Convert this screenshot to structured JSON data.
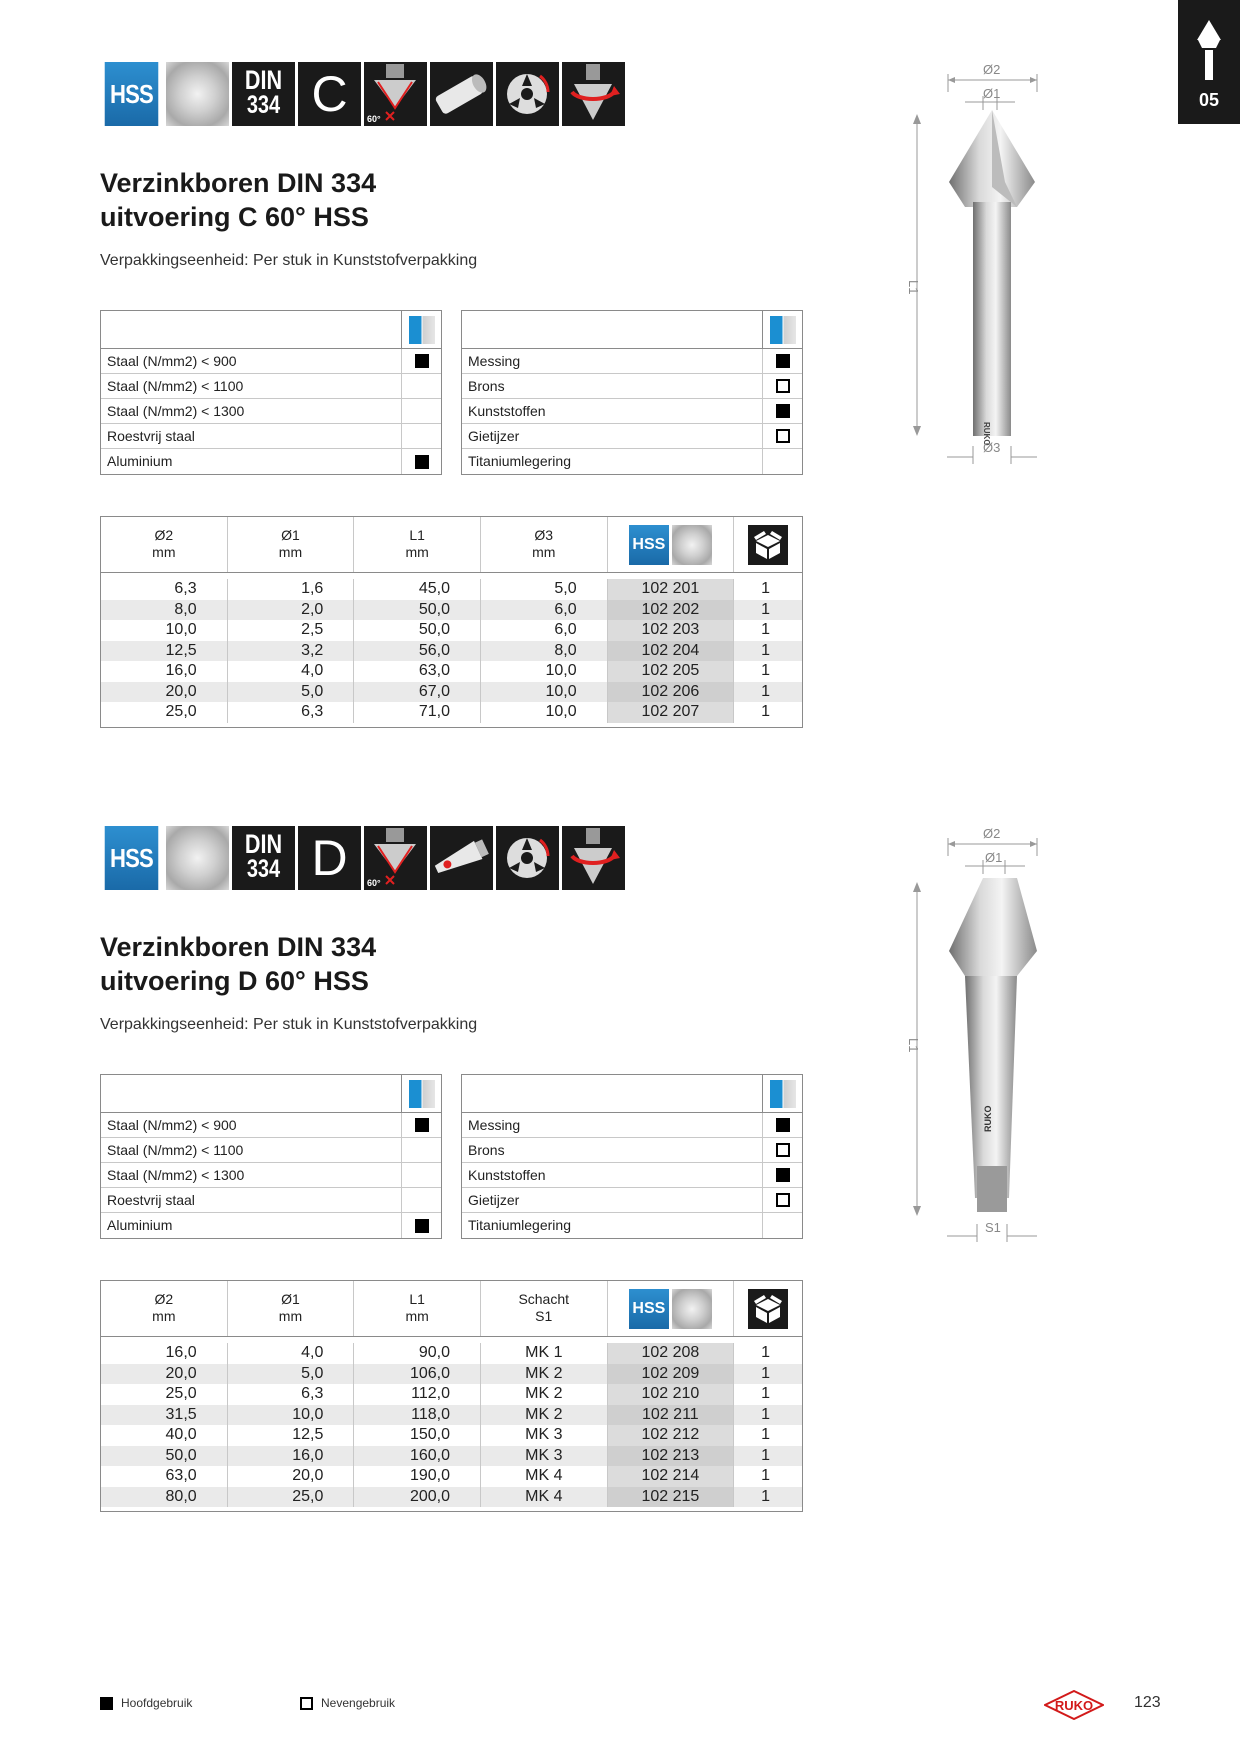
{
  "chapter": {
    "number": "05",
    "icon": "countersink-bit-icon"
  },
  "products": [
    {
      "icons": {
        "material": "HSS",
        "din_top": "DIN",
        "din_bottom": "334",
        "variant": "C",
        "angle": "60°"
      },
      "title_line1": "Verzinkboren DIN 334",
      "title_line2": "uitvoering C 60° HSS",
      "packaging": "Verpakkingseenheid: Per stuk in Kunststofverpakking",
      "materials_left": [
        {
          "label": "Staal (N/mm2) < 900",
          "mark": "filled"
        },
        {
          "label": "Staal (N/mm2) < 1100",
          "mark": "none"
        },
        {
          "label": "Staal (N/mm2) < 1300",
          "mark": "none"
        },
        {
          "label": "Roestvrij staal",
          "mark": "none"
        },
        {
          "label": "Aluminium",
          "mark": "filled"
        }
      ],
      "materials_right": [
        {
          "label": "Messing",
          "mark": "filled"
        },
        {
          "label": "Brons",
          "mark": "open"
        },
        {
          "label": "Kunststoffen",
          "mark": "filled"
        },
        {
          "label": "Gietijzer",
          "mark": "open"
        },
        {
          "label": "Titaniumlegering",
          "mark": "none"
        }
      ],
      "table": {
        "headers": [
          {
            "top": "Ø2",
            "bottom": "mm"
          },
          {
            "top": "Ø1",
            "bottom": "mm"
          },
          {
            "top": "L1",
            "bottom": "mm"
          },
          {
            "top": "Ø3",
            "bottom": "mm"
          }
        ],
        "hss_label": "HSS",
        "rows": [
          [
            "6,3",
            "1,6",
            "45,0",
            "5,0",
            "102 201",
            "1"
          ],
          [
            "8,0",
            "2,0",
            "50,0",
            "6,0",
            "102 202",
            "1"
          ],
          [
            "10,0",
            "2,5",
            "50,0",
            "6,0",
            "102 203",
            "1"
          ],
          [
            "12,5",
            "3,2",
            "56,0",
            "8,0",
            "102 204",
            "1"
          ],
          [
            "16,0",
            "4,0",
            "63,0",
            "10,0",
            "102 205",
            "1"
          ],
          [
            "20,0",
            "5,0",
            "67,0",
            "10,0",
            "102 206",
            "1"
          ],
          [
            "25,0",
            "6,3",
            "71,0",
            "10,0",
            "102 207",
            "1"
          ]
        ]
      },
      "drawing": {
        "d2": "Ø2",
        "d1": "Ø1",
        "l1": "L1",
        "bottom": "Ø3",
        "brand": "RUKO"
      }
    },
    {
      "icons": {
        "material": "HSS",
        "din_top": "DIN",
        "din_bottom": "334",
        "variant": "D",
        "angle": "60°"
      },
      "title_line1": "Verzinkboren DIN 334",
      "title_line2": "uitvoering D 60° HSS",
      "packaging": "Verpakkingseenheid: Per stuk in Kunststofverpakking",
      "materials_left": [
        {
          "label": "Staal (N/mm2) < 900",
          "mark": "filled"
        },
        {
          "label": "Staal (N/mm2) < 1100",
          "mark": "none"
        },
        {
          "label": "Staal (N/mm2) < 1300",
          "mark": "none"
        },
        {
          "label": "Roestvrij staal",
          "mark": "none"
        },
        {
          "label": "Aluminium",
          "mark": "filled"
        }
      ],
      "materials_right": [
        {
          "label": "Messing",
          "mark": "filled"
        },
        {
          "label": "Brons",
          "mark": "open"
        },
        {
          "label": "Kunststoffen",
          "mark": "filled"
        },
        {
          "label": "Gietijzer",
          "mark": "open"
        },
        {
          "label": "Titaniumlegering",
          "mark": "none"
        }
      ],
      "table": {
        "headers": [
          {
            "top": "Ø2",
            "bottom": "mm"
          },
          {
            "top": "Ø1",
            "bottom": "mm"
          },
          {
            "top": "L1",
            "bottom": "mm"
          },
          {
            "top": "Schacht",
            "bottom": "S1"
          }
        ],
        "hss_label": "HSS",
        "rows": [
          [
            "16,0",
            "4,0",
            "90,0",
            "MK 1",
            "102 208",
            "1"
          ],
          [
            "20,0",
            "5,0",
            "106,0",
            "MK 2",
            "102 209",
            "1"
          ],
          [
            "25,0",
            "6,3",
            "112,0",
            "MK 2",
            "102 210",
            "1"
          ],
          [
            "31,5",
            "10,0",
            "118,0",
            "MK 2",
            "102 211",
            "1"
          ],
          [
            "40,0",
            "12,5",
            "150,0",
            "MK 3",
            "102 212",
            "1"
          ],
          [
            "50,0",
            "16,0",
            "160,0",
            "MK 3",
            "102 213",
            "1"
          ],
          [
            "63,0",
            "20,0",
            "190,0",
            "MK 4",
            "102 214",
            "1"
          ],
          [
            "80,0",
            "25,0",
            "200,0",
            "MK 4",
            "102 215",
            "1"
          ]
        ]
      },
      "drawing": {
        "d2": "Ø2",
        "d1": "Ø1",
        "l1": "L1",
        "bottom": "S1",
        "brand": "RUKO"
      }
    }
  ],
  "footer": {
    "legend_main": "Hoofdgebruik",
    "legend_secondary": "Nevengebruik",
    "brand": "RUKO",
    "page": "123"
  }
}
